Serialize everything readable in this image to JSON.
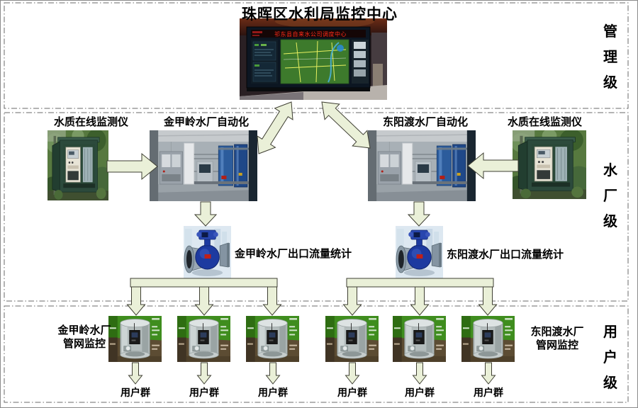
{
  "title": "珠晖区水利局监控中心",
  "levels": {
    "management": "管理级",
    "plant": "水厂级",
    "user": "用户级"
  },
  "management": {
    "screen_text": "祁东县自来水公司调度中心"
  },
  "plant_level": {
    "left_quality_label": "水质在线监测仪",
    "left_plant_label": "金甲岭水厂自动化",
    "right_plant_label": "东阳渡水厂自动化",
    "right_quality_label": "水质在线监测仪",
    "left_flow_label": "金甲岭水厂出口流量统计",
    "right_flow_label": "东阳渡水厂出口流量统计"
  },
  "user_level": {
    "left_network": {
      "line1": "金甲岭水厂",
      "line2": "管网监控"
    },
    "right_network": {
      "line1": "东阳渡水厂",
      "line2": "管网监控"
    },
    "groups": [
      "用户群",
      "用户群",
      "用户群",
      "用户群",
      "用户群",
      "用户群"
    ]
  },
  "colors": {
    "arrow_fill": "#eaf0d8",
    "arrow_stroke": "#3f3f33",
    "dash_border": "#6a6a6a"
  }
}
